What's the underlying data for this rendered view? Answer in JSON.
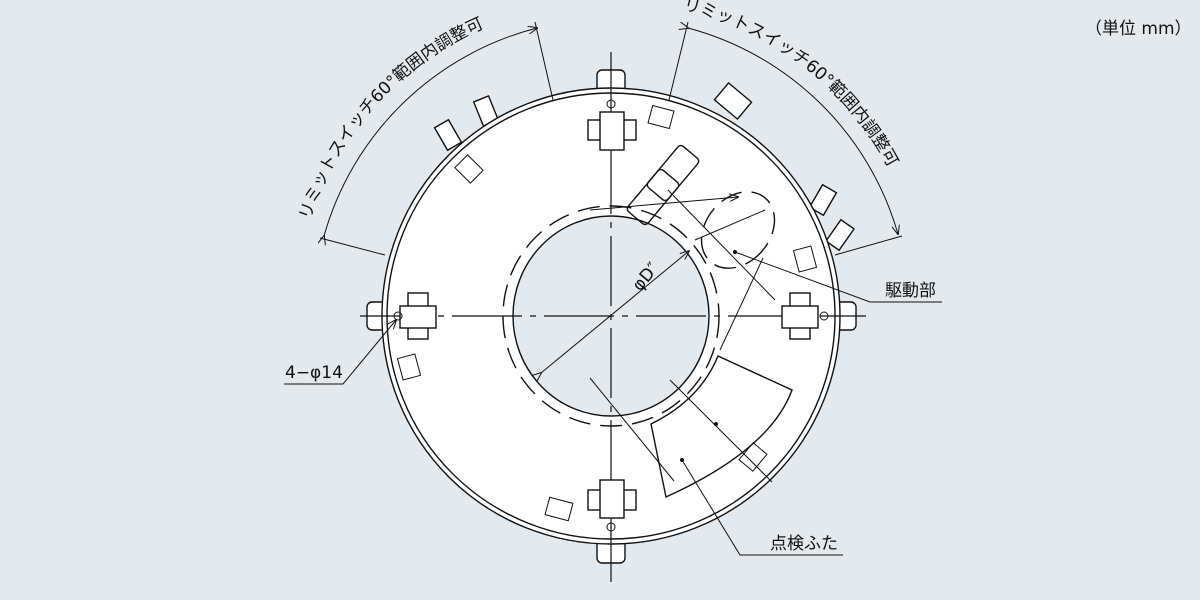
{
  "unit_label": "（単位 mm）",
  "dimension_labels": {
    "limit_switch_left": "リミットスイッチ60°範囲内調整可",
    "limit_switch_right": "リミットスイッチ60°範囲内調整可",
    "inner_diameter": "φD″"
  },
  "callouts": {
    "drive_unit": "駆動部",
    "holes": "4−φ14",
    "inspection_cover": "点検ふた"
  },
  "colors": {
    "background": "#e4e9ee",
    "line": "#111111",
    "body": "#ffffff"
  }
}
